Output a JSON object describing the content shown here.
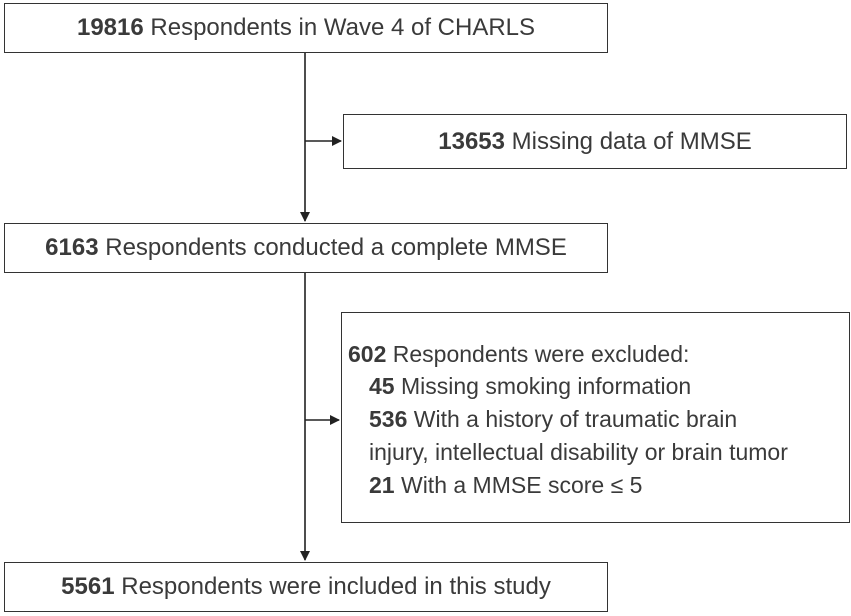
{
  "boxes": {
    "wave4": {
      "number": "19816",
      "text": " Respondents in Wave 4 of CHARLS"
    },
    "missing_mmse": {
      "number": "13653",
      "text": " Missing data of MMSE"
    },
    "complete_mmse": {
      "number": "6163",
      "text": " Respondents conducted a complete MMSE"
    },
    "excluded": {
      "header_number": "602",
      "header_text": " Respondents were excluded:",
      "items": [
        {
          "number": "45",
          "text": " Missing smoking information"
        },
        {
          "number": "536",
          "text": " With a history of traumatic brain"
        },
        {
          "number": "",
          "text": "injury, intellectual disability or brain tumor"
        },
        {
          "number": "21",
          "text": " With a MMSE score ≤ 5"
        }
      ]
    },
    "included": {
      "number": "5561",
      "text": " Respondents were included in this study"
    }
  }
}
